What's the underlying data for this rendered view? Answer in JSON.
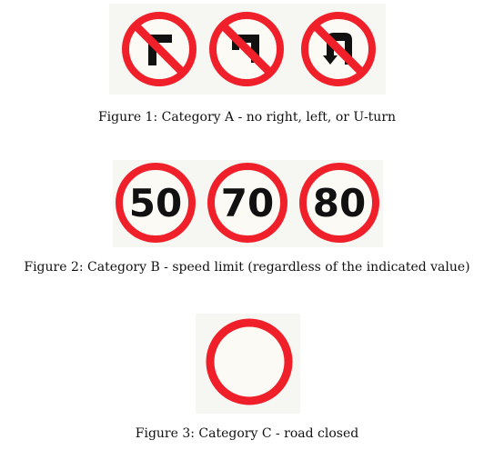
{
  "figures": [
    {
      "caption": "Figure 1: Category A - no right, left, or U-turn",
      "signs": [
        {
          "kind": "no-right-turn",
          "icon": "no-right-turn-sign-icon"
        },
        {
          "kind": "no-left-turn",
          "icon": "no-left-turn-sign-icon"
        },
        {
          "kind": "no-u-turn",
          "icon": "no-u-turn-sign-icon"
        }
      ]
    },
    {
      "caption": "Figure 2: Category B - speed limit (regardless of the indicated value)",
      "signs": [
        {
          "kind": "speed-limit",
          "value": "50"
        },
        {
          "kind": "speed-limit",
          "value": "70"
        },
        {
          "kind": "speed-limit",
          "value": "80"
        }
      ]
    },
    {
      "caption": "Figure 3: Category C - road closed",
      "signs": [
        {
          "kind": "road-closed",
          "icon": "road-closed-sign-icon"
        }
      ]
    }
  ],
  "colors": {
    "ring_red": "#f0202a",
    "sign_fill": "#fbfaf5",
    "symbol_black": "#111111"
  }
}
